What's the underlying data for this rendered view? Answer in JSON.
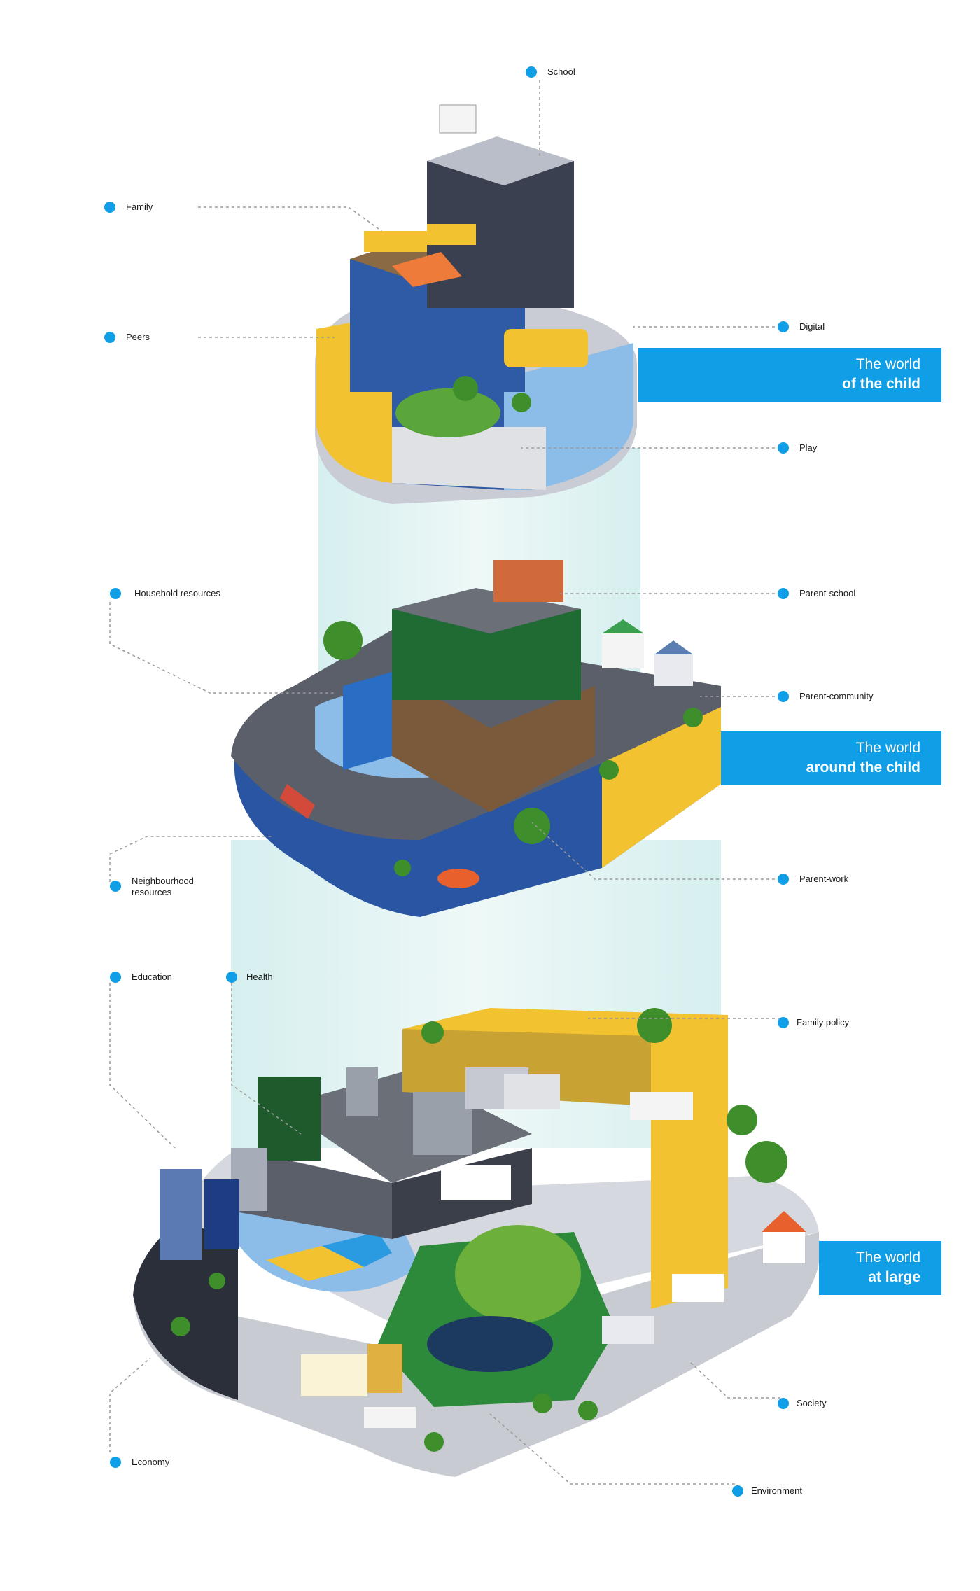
{
  "accent_color": "#109ee6",
  "labels": {
    "school": "School",
    "family": "Family",
    "peers": "Peers",
    "digital": "Digital",
    "play": "Play",
    "household_resources": "Household resources",
    "parent_school": "Parent-school",
    "parent_community": "Parent-community",
    "neighbourhood_resources_line1": "Neighbourhood",
    "neighbourhood_resources_line2": "resources",
    "parent_work": "Parent-work",
    "education": "Education",
    "health": "Health",
    "family_policy": "Family policy",
    "society": "Society",
    "economy": "Economy",
    "environment": "Environment"
  },
  "banners": {
    "child": {
      "line1": "The world",
      "line2": "of the child"
    },
    "around": {
      "line1": "The world",
      "line2": "around the child"
    },
    "large": {
      "line1": "The world",
      "line2": "at large"
    }
  }
}
